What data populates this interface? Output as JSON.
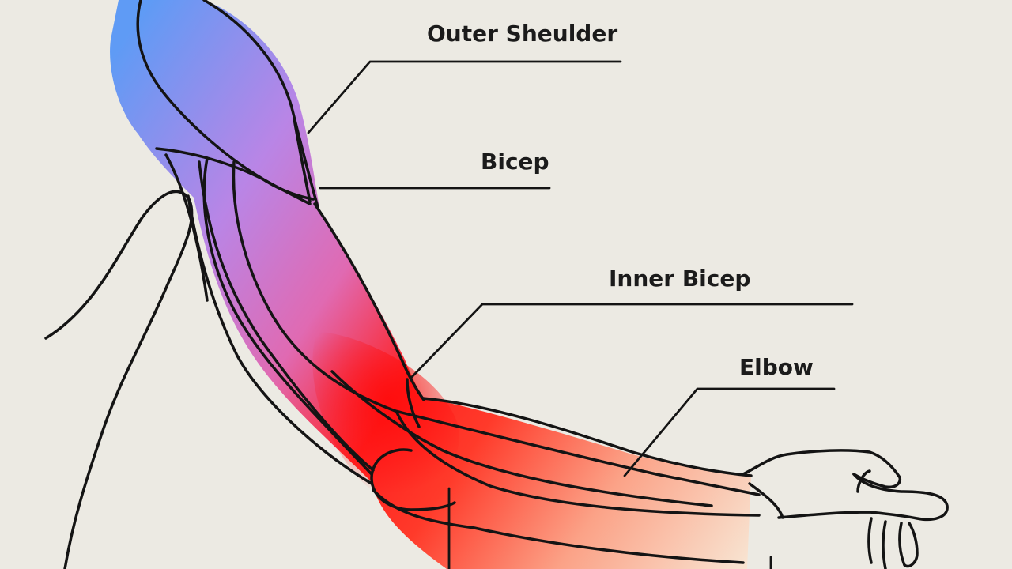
{
  "diagram": {
    "colors": {
      "background": "#ECEAE3",
      "outline": "#141414",
      "gradient_top": "#5F9BF5",
      "gradient_mid": "#C77FE0",
      "gradient_hot": "#FF1E1E",
      "gradient_end": "#F8E8D6"
    },
    "labels": {
      "outer_shoulder": "Outer Sheulder",
      "bicep": "Bicep",
      "inner_bicep": "Inner Bicep",
      "elbow": "Elbow"
    }
  }
}
